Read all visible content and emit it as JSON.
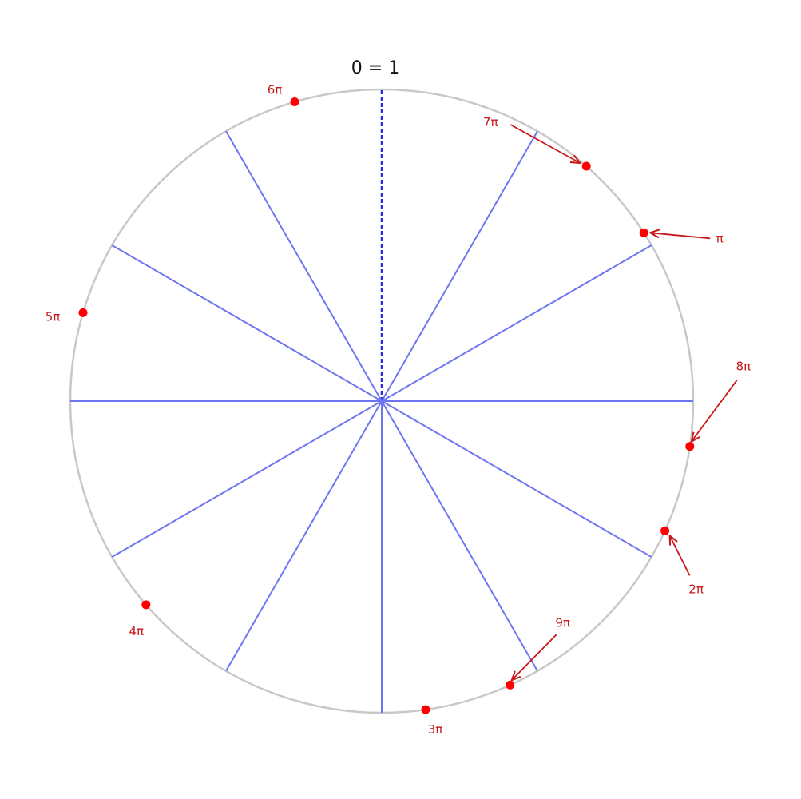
{
  "top_label": "0 = 1",
  "colors": {
    "circle": "#c8c8c8",
    "spokes": "#6f75f0",
    "dashed_spoke": "#2a2ae0",
    "points": "#ff0000",
    "labels": "#c8191b",
    "arrows": "#c8191b"
  },
  "spoke_count": 12,
  "points": [
    {
      "label": "π",
      "multiple": 1
    },
    {
      "label": "2π",
      "multiple": 2
    },
    {
      "label": "3π",
      "multiple": 3
    },
    {
      "label": "4π",
      "multiple": 4
    },
    {
      "label": "5π",
      "multiple": 5
    },
    {
      "label": "6π",
      "multiple": 6
    },
    {
      "label": "7π",
      "multiple": 7
    },
    {
      "label": "8π",
      "multiple": 8
    },
    {
      "label": "9π",
      "multiple": 9
    }
  ]
}
